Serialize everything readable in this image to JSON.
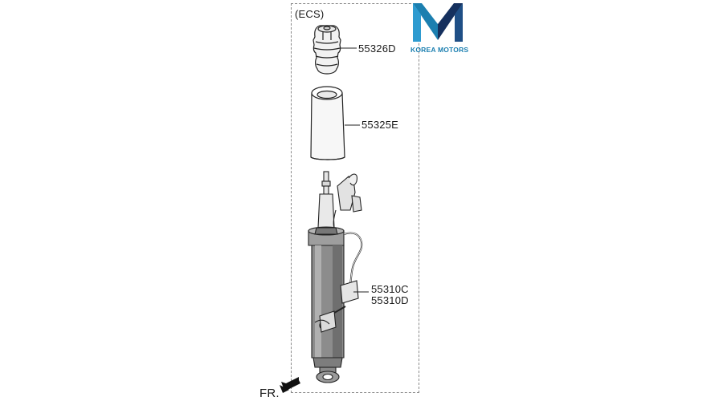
{
  "diagram": {
    "group_label": "(ECS)",
    "parts": [
      {
        "number": "55326D"
      },
      {
        "number": "55325E"
      },
      {
        "number": "55310C"
      },
      {
        "number": "55310D"
      }
    ],
    "direction_label": "FR."
  },
  "logo": {
    "text": "KOREA MOTORS",
    "colors": {
      "blue": "#1b7fb0",
      "navy": "#15305e"
    }
  }
}
